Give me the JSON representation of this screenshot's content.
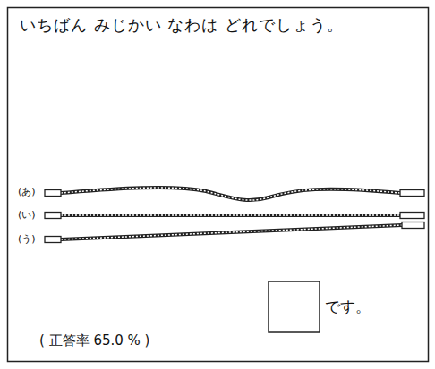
{
  "diagram": {
    "title": "いちばん みじかい なわは どれでしょう。",
    "labels": [
      "(あ)",
      "(い)",
      "(う)",
      "( 正答率 65.0 % )",
      "です。"
    ]
  }
}
